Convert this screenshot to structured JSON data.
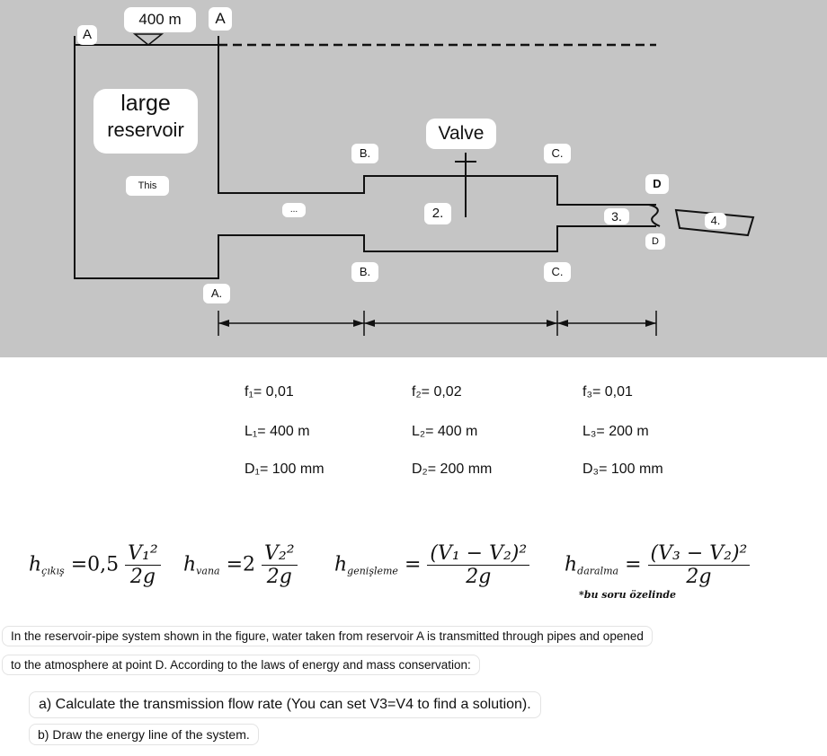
{
  "diagram": {
    "label_A_left": "A",
    "label_elevation": "400 m",
    "label_A_right": "A",
    "reservoir_title_line1": "large",
    "reservoir_title_line2": "reservoir",
    "reservoir_note": "This",
    "pipe1_label": "...",
    "valve_label": "Valve",
    "label_B_top": "B.",
    "label_B_bottom": "B.",
    "label_C_top": "C.",
    "label_C_bottom": "C.",
    "label_D_top": "D",
    "label_D_bottom": "D",
    "label_A_bottom": "A.",
    "pipe2_label": "2.",
    "pipe3_label": "3.",
    "outlet_label": "4."
  },
  "params": {
    "f1": "f₁= 0,01",
    "L1": "L₁= 400 m",
    "D1": "D₁= 100 mm",
    "f2": "f₂= 0,02",
    "L2": "L₂= 400 m",
    "D2": "D₂= 200 mm",
    "f3": "f₃= 0,01",
    "L3": "L₃= 200 m",
    "D3": "D₃= 100 mm"
  },
  "formulas": {
    "h_cikis_sub": "çıkış",
    "h_cikis_coef": "=0,5",
    "h_cikis_num": "V₁²",
    "h_vana_sub": "vana",
    "h_vana_coef": "=2",
    "h_vana_num": "V₂²",
    "h_gen_sub": "genişleme",
    "h_gen_num": "(V₁ − V₂)²",
    "h_dar_sub": "daralma",
    "h_dar_note": "*bu soru özelinde",
    "h_dar_num": "(V₃ − V₂)²",
    "den": "2g",
    "h": "h",
    "eq": "="
  },
  "text": {
    "line1": "In the reservoir-pipe system shown in the figure, water taken from reservoir A is transmitted through pipes and opened",
    "line2": "to the atmosphere at point D. According to the laws of energy and mass conservation:",
    "qa": "a) Calculate the transmission flow rate (You can set V3=V4 to find a solution).",
    "qb": "b) Draw the energy line of the system."
  }
}
